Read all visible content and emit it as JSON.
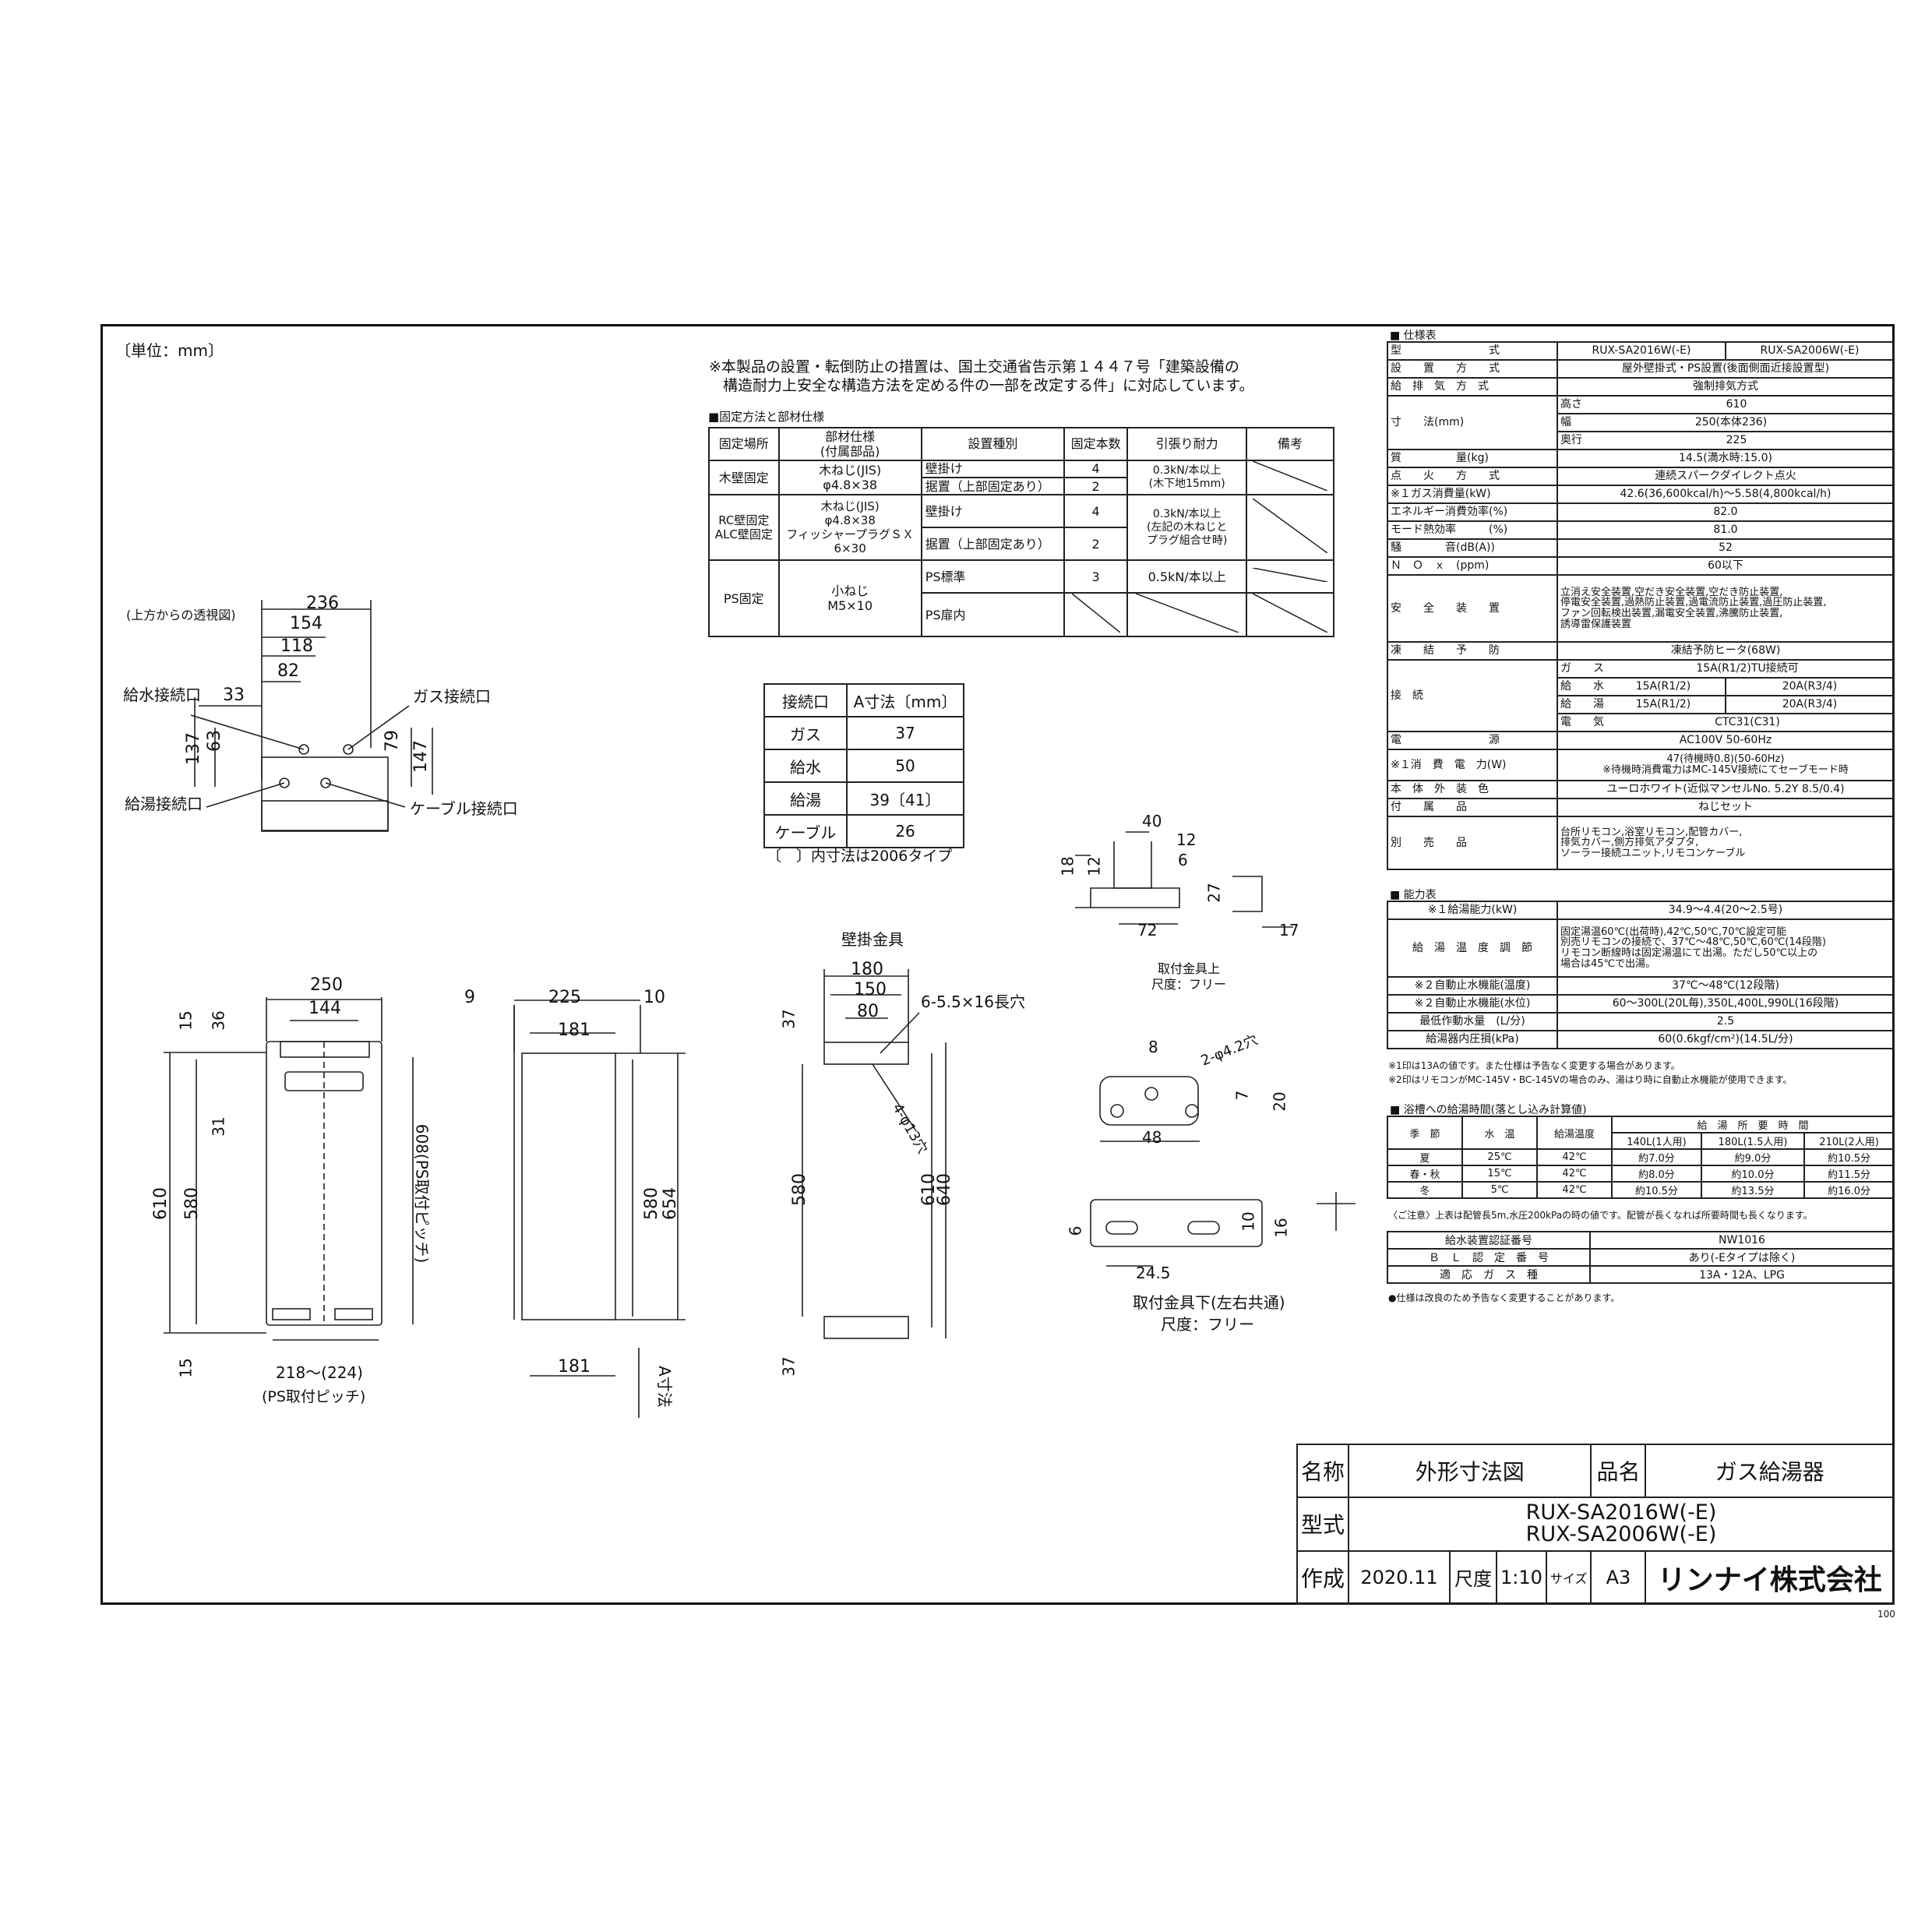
{
  "unit_label": "〔単位：mm〕",
  "notice_line1": "※本製品の設置・転倒防止の措置は、国土交通省告示第１４４７号「建築設備の",
  "notice_line2": "構造耐力上安全な構造方法を定める件の一部を改定する件」に対応しています。",
  "fixing": {
    "section_title": "■固定方法と部材仕様",
    "headers": [
      "固定場所",
      "部材仕様\n(付属部品)",
      "設置種別",
      "固定本数",
      "引張り耐力",
      "備考"
    ],
    "wood": {
      "place": "木壁固定",
      "part": "木ねじ(JIS)\nφ4.8×38",
      "type1": "壁掛け",
      "type2": "据置（上部固定あり）",
      "n1": "4",
      "n2": "2",
      "force": "0.3kN/本以上\n(木下地15mm)"
    },
    "rc": {
      "place": "RC壁固定\nALC壁固定",
      "part": "木ねじ(JIS)\nφ4.8×38\nフィッシャープラグＳＸ\n6×30",
      "type1": "壁掛け",
      "type2": "据置（上部固定あり）",
      "n1": "4",
      "n2": "2",
      "force": "0.3kN/本以上\n(左記の木ねじと\nプラグ組合せ時)"
    },
    "ps": {
      "place": "PS固定",
      "part": "小ねじ\nM5×10",
      "type1": "PS標準",
      "type2": "PS扉内",
      "n1": "3",
      "force": "0.5kN/本以上"
    }
  },
  "connection": {
    "headers": [
      "接続口",
      "A寸法〔mm〕"
    ],
    "rows": [
      [
        "ガス",
        "37"
      ],
      [
        "給水",
        "50"
      ],
      [
        "給湯",
        "39〔41〕"
      ],
      [
        "ケーブル",
        "26"
      ]
    ],
    "note": "〔　〕内寸法は2006タイプ"
  },
  "top_view": {
    "caption": "(上方からの透視図)",
    "dims": [
      "236",
      "154",
      "118",
      "82",
      "33",
      "137",
      "63",
      "79",
      "147"
    ],
    "water_in": "給水接続口",
    "gas": "ガス接続口",
    "hot": "給湯接続口",
    "cable": "ケーブル接続口"
  },
  "front_view": {
    "dims": [
      "250",
      "144",
      "15",
      "36",
      "31",
      "610",
      "580",
      "15",
      "608(PS取付ピッチ)",
      "218〜(224)",
      "(PS取付ピッチ)"
    ]
  },
  "side_view": {
    "dims": [
      "9",
      "225",
      "10",
      "181",
      "580",
      "654",
      "181",
      "A寸法"
    ]
  },
  "bracket": {
    "title": "壁掛金具",
    "dims": [
      "180",
      "150",
      "80",
      "6-5.5×16長穴",
      "37",
      "580",
      "610",
      "640",
      "4-φ13穴",
      "37"
    ]
  },
  "upper_fitting": {
    "dims": [
      "40",
      "12",
      "6",
      "18",
      "12",
      "27",
      "72",
      "17"
    ],
    "caption": "取付金具上",
    "scale": "尺度：フリー"
  },
  "lower_fitting": {
    "dims": [
      "8",
      "2-φ4.2穴",
      "7",
      "20",
      "48",
      "6",
      "10",
      "16",
      "24.5"
    ],
    "caption": "取付金具下(左右共通)",
    "scale": "尺度：フリー"
  },
  "spec": {
    "title": "■ 仕様表",
    "rows": [
      [
        "型　　　　　　　　式",
        "RUX-SA2016W(-E)",
        "RUX-SA2006W(-E)"
      ],
      [
        "設　　置　　方　　式",
        "屋外壁掛式・PS設置(後面側面近接設置型)"
      ],
      [
        "給　排　気　方　式",
        "強制排気方式"
      ],
      [
        "寸　　法(mm)",
        "高さ",
        "610"
      ],
      [
        "",
        "幅",
        "250(本体236)"
      ],
      [
        "",
        "奥行",
        "225"
      ],
      [
        "質　　　　　量(kg)",
        "14.5(満水時:15.0)"
      ],
      [
        "点　　火　　方　　式",
        "連続スパークダイレクト点火"
      ],
      [
        "※１ガス消費量(kW)",
        "42.6(36,600kcal/h)〜5.58(4,800kcal/h)"
      ],
      [
        "エネルギー消費効率(%)",
        "82.0"
      ],
      [
        "モード熱効率　　　(%)",
        "81.0"
      ],
      [
        "騒　　　　音(dB(A))",
        "52"
      ],
      [
        "Ｎ　Ｏ　ｘ　(ppm)",
        "60以下"
      ],
      [
        "安　　全　　装　　置",
        "立消え安全装置,空だき安全装置,空だき防止装置,\n停電安全装置,過熱防止装置,過電流防止装置,過圧防止装置,\nファン回転検出装置,漏電安全装置,沸騰防止装置,\n誘導雷保護装置"
      ],
      [
        "凍　　結　　予　　防",
        "凍結予防ヒータ(68W)"
      ],
      [
        "接　続",
        "ガ　　ス",
        "15A(R1/2)TU接続可"
      ],
      [
        "",
        "給　　水",
        "15A(R1/2)",
        "20A(R3/4)"
      ],
      [
        "",
        "給　　湯",
        "15A(R1/2)",
        "20A(R3/4)"
      ],
      [
        "",
        "電　　気",
        "CTC31(C31)"
      ],
      [
        "電　　　　　　　　源",
        "AC100V 50-60Hz"
      ],
      [
        "※１消　費　電　力(W)",
        "47(待機時0.8)(50-60Hz)\n※待機時消費電力はMC-145V接続にてセーブモード時"
      ],
      [
        "本　体　外　装　色",
        "ユーロホワイト(近似マンセルNo. 5.2Y 8.5/0.4)"
      ],
      [
        "付　　属　　品",
        "ねじセット"
      ],
      [
        "別　　売　　品",
        "台所リモコン,浴室リモコン,配管カバー,\n排気カバー,側方排気アダプタ,\nソーラー接続ユニット,リモコンケーブル"
      ]
    ]
  },
  "capacity": {
    "title": "■ 能力表",
    "rows": [
      [
        "※１給湯能力(kW)",
        "34.9〜4.4(20〜2.5号)"
      ],
      [
        "給　湯　温　度　調　節",
        "固定湯温60℃(出荷時),42℃,50℃,70℃設定可能\n別売リモコンの接続で、37℃〜48℃,50℃,60℃(14段階)\nリモコン断線時は固定湯温にて出湯。ただし50℃以上の\n場合は45℃で出湯。"
      ],
      [
        "※２自動止水機能(温度)",
        "37℃〜48℃(12段階)"
      ],
      [
        "※２自動止水機能(水位)",
        "60〜300L(20L毎),350L,400L,990L(16段階)"
      ],
      [
        "最低作動水量　(L/分)",
        "2.5"
      ],
      [
        "給湯器内圧損(kPa)",
        "60(0.6kgf/cm²)(14.5L/分)"
      ]
    ],
    "note1": "※1印は13Aの値です。また仕様は予告なく変更する場合があります。",
    "note2": "※2印はリモコンがMC-145V・BC-145Vの場合のみ、湯はり時に自動止水機能が使用できます。"
  },
  "bath": {
    "title": "■ 浴槽への給湯時間(落とし込み計算値)",
    "headers": [
      "季　節",
      "水　温",
      "給湯温度",
      "給　湯　所　要　時　間"
    ],
    "sub": [
      "140L(1人用)",
      "180L(1.5人用)",
      "210L(2人用)"
    ],
    "rows": [
      [
        "夏",
        "25℃",
        "42℃",
        "約7.0分",
        "約9.0分",
        "約10.5分"
      ],
      [
        "春・秋",
        "15℃",
        "42℃",
        "約8.0分",
        "約10.0分",
        "約11.5分"
      ],
      [
        "冬",
        "5℃",
        "42℃",
        "約10.5分",
        "約13.5分",
        "約16.0分"
      ]
    ],
    "note": "〈ご注意〉上表は配管長5m,水圧200kPaの時の値です。配管が長くなれば所要時間も長くなります。"
  },
  "cert": {
    "rows": [
      [
        "給水装置認証番号",
        "NW1016"
      ],
      [
        "Ｂ　Ｌ　認　定　番　号",
        "あり(-Eタイプは除く)"
      ],
      [
        "適　応　ガ　ス　種",
        "13A・12A、LPG"
      ]
    ],
    "note": "●仕様は改良のため予告なく変更することがあります。"
  },
  "title_block": {
    "name_label": "名称",
    "name": "外形寸法図",
    "product_label": "品名",
    "product": "ガス給湯器",
    "model_label": "型式",
    "model1": "RUX-SA2016W(-E)",
    "model2": "RUX-SA2006W(-E)",
    "made_label": "作成",
    "date": "2020.11",
    "scale_label": "尺度",
    "scale": "1:10",
    "size_label": "サイズ",
    "size": "A3",
    "company": "リンナイ株式会社"
  },
  "sheet_no": "100"
}
